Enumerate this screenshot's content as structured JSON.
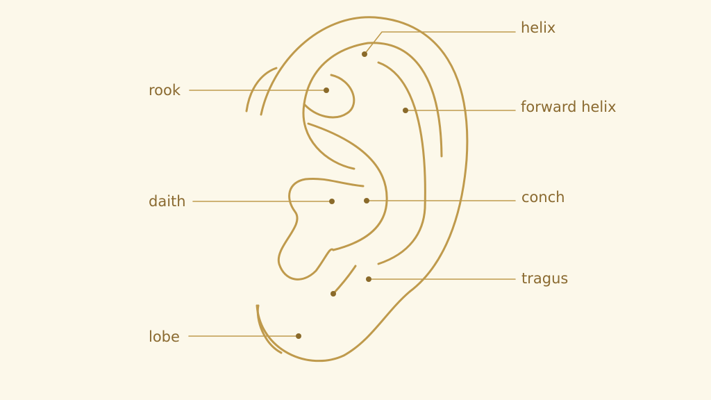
{
  "colors": {
    "background": "#fcf8ea",
    "line": "#bf9a4c",
    "dot": "#8a6a2a",
    "text": "#8a6a30"
  },
  "labels": {
    "helix": "helix",
    "rook": "rook",
    "forward_helix": "forward helix",
    "daith": "daith",
    "conch": "conch",
    "tragus": "tragus",
    "lobe": "lobe"
  }
}
